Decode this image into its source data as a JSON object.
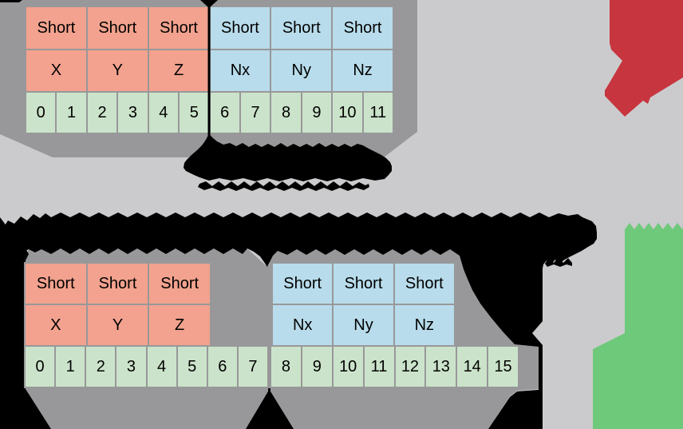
{
  "colors": {
    "background": "#cbcbcd",
    "backdrop": "#98989a",
    "grid": "#98989a",
    "position_fill": "#f2a28e",
    "normal_fill": "#b8dceb",
    "byte_fill": "#cbe3ca",
    "cross_red": "#c7353e",
    "check_green": "#6ec97a",
    "ink": "#000000"
  },
  "top_table": {
    "position": {
      "types": [
        "Short",
        "Short",
        "Short"
      ],
      "fields": [
        "X",
        "Y",
        "Z"
      ]
    },
    "normal": {
      "types": [
        "Short",
        "Short",
        "Short"
      ],
      "fields": [
        "Nx",
        "Ny",
        "Nz"
      ]
    },
    "bytes": [
      "0",
      "1",
      "2",
      "3",
      "4",
      "5",
      "6",
      "7",
      "8",
      "9",
      "10",
      "11"
    ]
  },
  "bottom_table": {
    "position": {
      "types": [
        "Short",
        "Short",
        "Short"
      ],
      "fields": [
        "X",
        "Y",
        "Z"
      ]
    },
    "normal": {
      "types": [
        "Short",
        "Short",
        "Short"
      ],
      "fields": [
        "Nx",
        "Ny",
        "Nz"
      ]
    },
    "position_bytes": [
      "0",
      "1",
      "2",
      "3",
      "4",
      "5",
      "6",
      "7"
    ],
    "normal_bytes": [
      "8",
      "9",
      "10",
      "11",
      "12",
      "13",
      "14",
      "15"
    ]
  }
}
